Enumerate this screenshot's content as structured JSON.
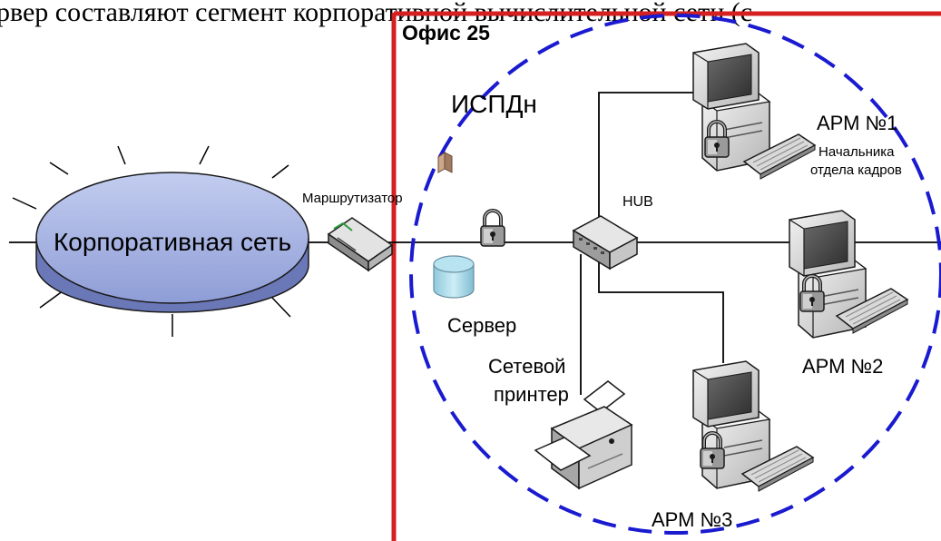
{
  "top_text": "рвер составляют сегмент корпоративной вычислительной сети (с",
  "office": {
    "label": "Офис 25"
  },
  "ispdn": {
    "label": "ИСПДн"
  },
  "corporate_network": {
    "label": "Корпоративная сеть"
  },
  "router": {
    "label": "Маршрутизатор"
  },
  "hub": {
    "label": "HUB"
  },
  "server": {
    "label": "Сервер"
  },
  "printer": {
    "label_line1": "Сетевой",
    "label_line2": "принтер"
  },
  "workstations": {
    "arm1": {
      "label": "АРМ №1",
      "sub_line1": "Начальника",
      "sub_line2": "отдела кадров"
    },
    "arm2": {
      "label": "АРМ №2"
    },
    "arm3": {
      "label": "АРМ №3"
    }
  },
  "colors": {
    "office_border": "#d42020",
    "ispdn_boundary": "#1a1ad0",
    "network_disk": "#9aa8d8",
    "disk_edge": "#6b78b8",
    "server_cylinder": "#a9dcec",
    "lines": "#000000"
  },
  "icons": [
    "router-icon",
    "hub-icon",
    "server-icon",
    "printer-icon",
    "computer-icon",
    "lock-icon",
    "keyboard-icon"
  ]
}
